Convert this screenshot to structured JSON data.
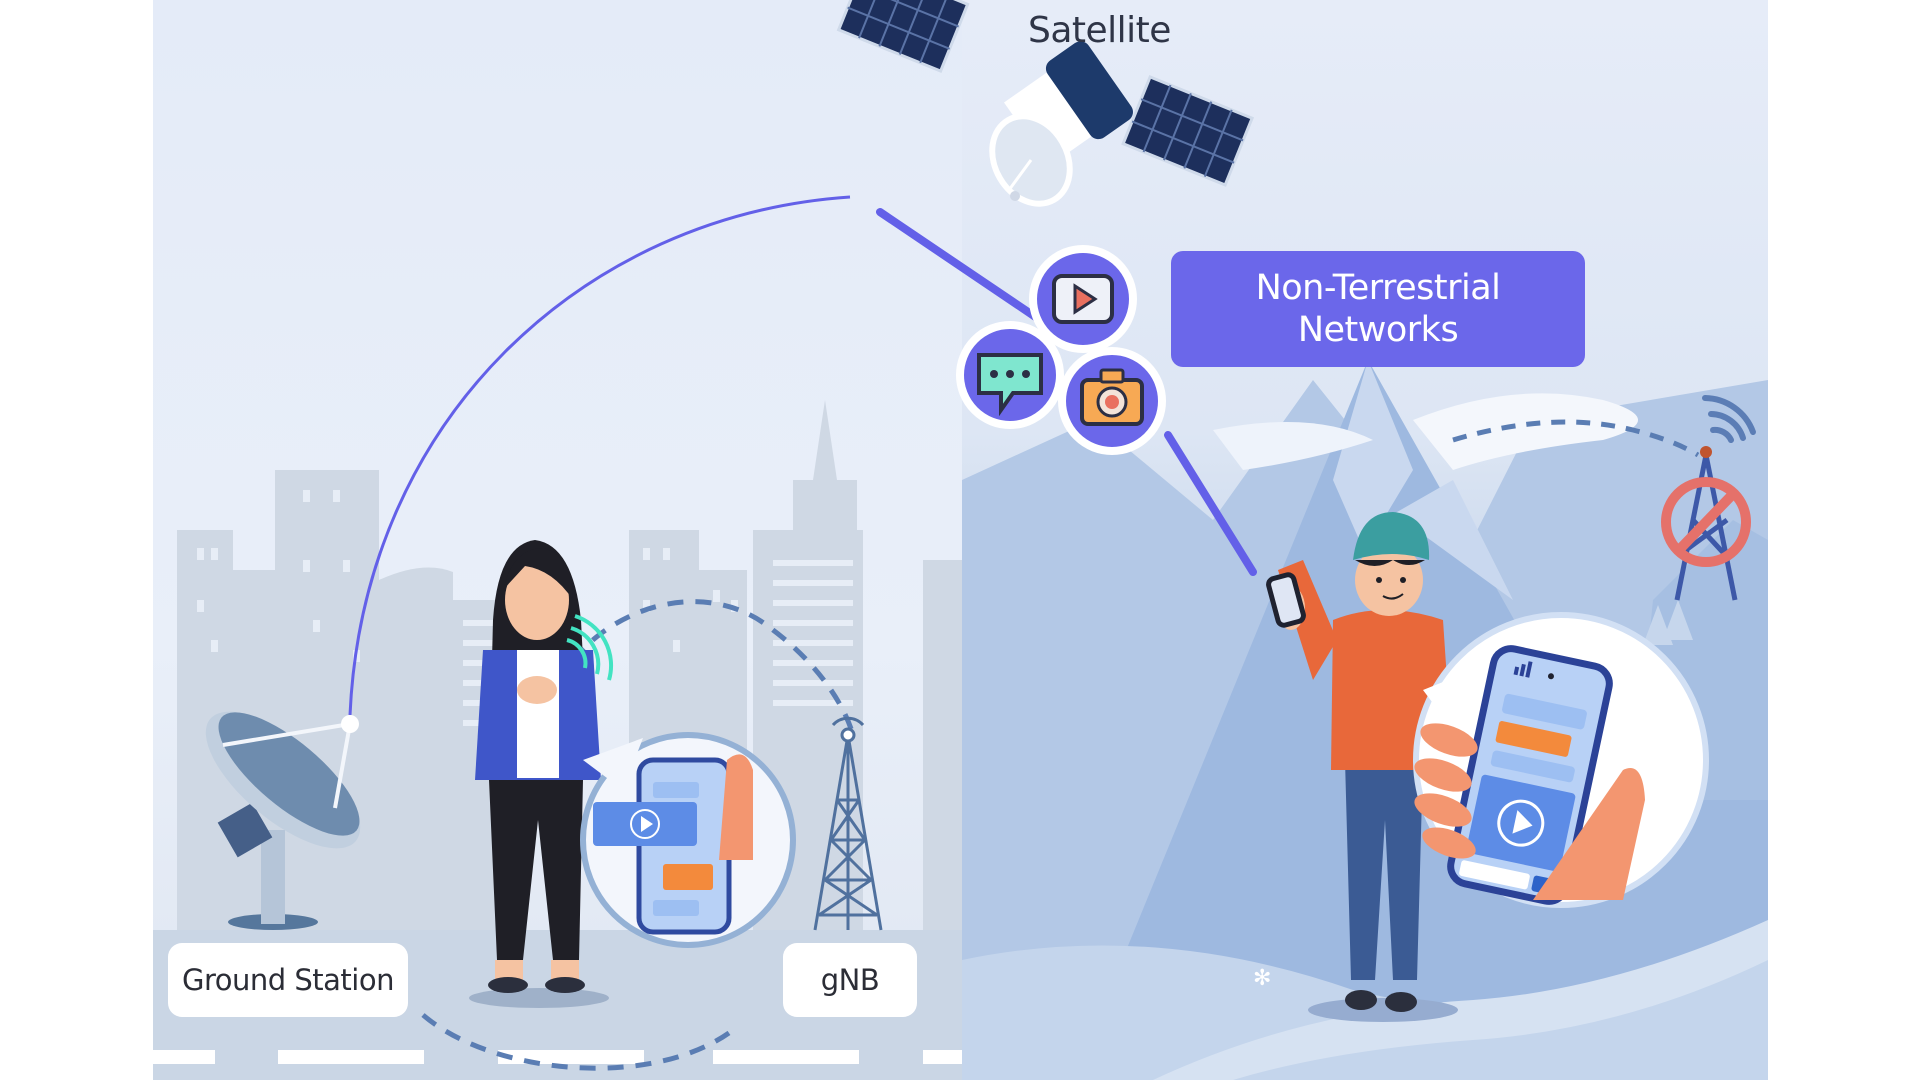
{
  "diagram": {
    "title_box": {
      "line1": "Non-Terrestrial",
      "line2": "Networks",
      "color": "#6b67ea"
    },
    "nodes": {
      "satellite": "Satellite",
      "ground_station": "Ground Station",
      "gnb": "gNB"
    },
    "service_icons": [
      "video-play-icon",
      "chat-bubble-icon",
      "camera-icon"
    ],
    "left_scene": "city-with-terrestrial-network",
    "right_scene": "mountains-no-terrestrial-coverage",
    "colors": {
      "link_line": "#6360e8",
      "dashed_link": "#5a7db3",
      "blocked_sign": "#e5716a",
      "icon_circle": "#6b67ea"
    }
  }
}
